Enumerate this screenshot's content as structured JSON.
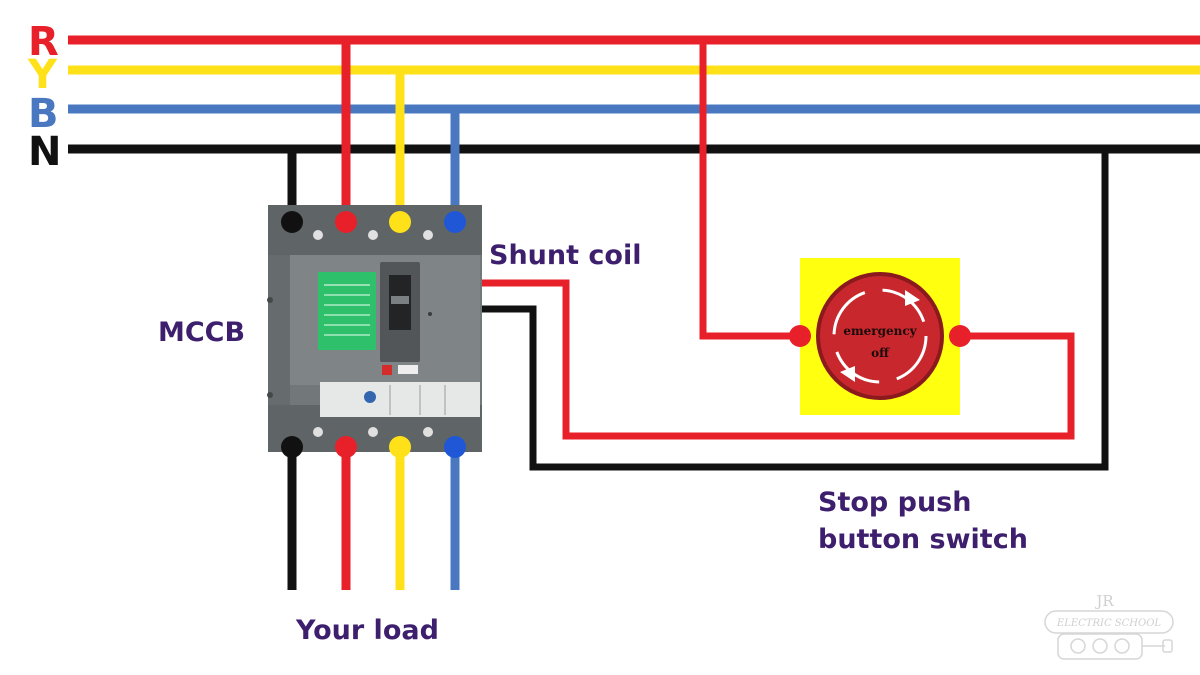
{
  "phases": [
    {
      "letter": "R",
      "color": "#e8202a"
    },
    {
      "letter": "Y",
      "color": "#ffe11a"
    },
    {
      "letter": "B",
      "color": "#4a78c0"
    },
    {
      "letter": "N",
      "color": "#111111"
    }
  ],
  "labels": {
    "mccb": "MCCB",
    "shunt_coil": "Shunt coil",
    "stop_line1": "Stop push",
    "stop_line2": "button switch",
    "load": "Your load"
  },
  "button": {
    "line1": "emergency",
    "line2": "off",
    "cap_color": "#c8282d",
    "plate_color": "#ffff10"
  },
  "breaker": {
    "body_color": "#7b8083",
    "nameplate_color": "#2ec06a"
  },
  "watermark": {
    "initials": "JR",
    "text": "ELECTRIC SCHOOL"
  }
}
